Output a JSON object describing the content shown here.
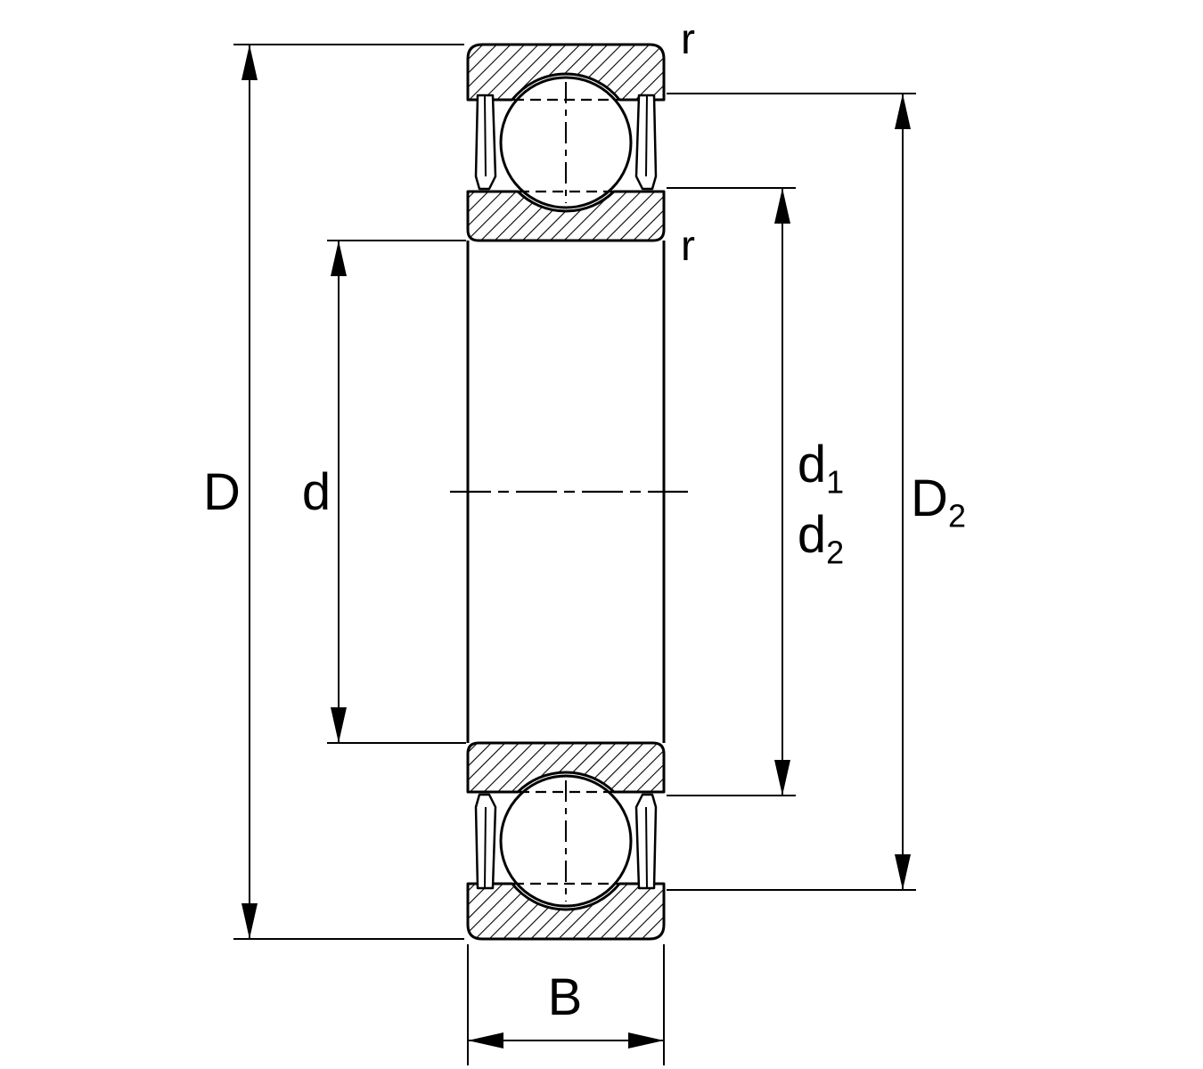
{
  "page": {
    "background_color": "#ffffff",
    "line_color": "#000000",
    "description": "Sealed deep groove ball bearing cross-section dimension drawing"
  },
  "labels": {
    "D": {
      "text": "D"
    },
    "d": {
      "text": "d"
    },
    "d1": {
      "base": "d",
      "sub": "1"
    },
    "d2": {
      "base": "d",
      "sub": "2"
    },
    "D2": {
      "base": "D",
      "sub": "2"
    },
    "B": {
      "text": "B"
    },
    "r_outer": {
      "text": "r"
    },
    "r_inner": {
      "text": "r"
    }
  }
}
